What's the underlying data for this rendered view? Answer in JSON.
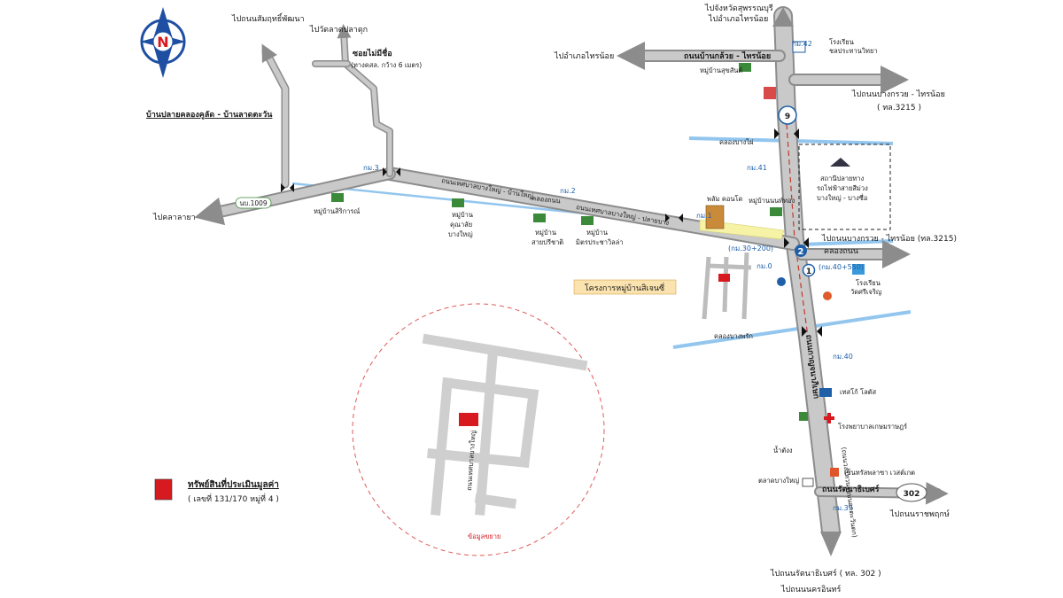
{
  "colors": {
    "road": "#c9c9c9",
    "road_outline": "#8c8c8c",
    "canal": "#93c6ee",
    "subject_property": "#d71920",
    "highlight_zone": "#f6f3a6",
    "project_label_bg": "#fbe3b0",
    "circle_dash": "#e05a5a",
    "compass_blue": "#1f4fa3"
  },
  "compass": {
    "letter": "N",
    "icon": "north-arrow-icon"
  },
  "labels": {
    "to_somrak": "ไปถนนสัมฤทธิ์พัฒนา",
    "to_wat": "ไปวัดลาดปลาดุก",
    "soi_unnamed": "ซอยไม่มีชื่อ",
    "soi_unnamed_note": "(ทางคสล. กว้าง 6 เมตร)",
    "ban_plai_road": "บ้านปลายคลองคูลัด - บ้านลาดตะวัน",
    "to_suphan": "ไปจังหวัดสุพรรณบุรี",
    "to_sainoi_top": "ไปอำเภอไทรน้อย",
    "to_sainoi_left": "ไปอำเภอไทรน้อย",
    "rd_bankluay": "ถนนบ้านกล้วย - ไทรน้อย",
    "school_1": "โรงเรียน",
    "school_1b": "ชลประทานวิทยา",
    "to_bangkruai_top": "ไปถนนบางกรวย - ไทรน้อย",
    "to_bangkruai_top_route": "( ทล.3215 )",
    "canal_bangphai": "คลองบางไผ่",
    "to_ladya": "ไปคลาลายา",
    "rd_1009": "นบ.1009",
    "rd_main_upper": "ถนนเทศบาลบางใหญ่ - บ้านใหญ่",
    "rd_main_lower": "ถนนเทศบาลบางใหญ่ - ปลายบาง",
    "canal_mid": "คลองถนน",
    "v_sirikan": "หมู่บ้านสิริการณ์",
    "v_kunalai_1": "หมู่บ้าน",
    "v_kunalai_2": "คุณาลัย",
    "v_kunalai_3": "บางใหญ่",
    "v_sai_1": "หมู่บ้าน",
    "v_sai_2": "สายปรีชาติ",
    "v_mitra_1": "หมู่บ้าน",
    "v_mitra_2": "มิตรประชาวิลล่า",
    "v_nonthong": "หมู่บ้านนนท์ทอง",
    "v_suksan": "หมู่บ้านสุขสันต์",
    "condo": "พลัม คอนโด",
    "station_1": "สถานีปลายทาง",
    "station_2": "รถไฟฟ้าสายสีม่วง",
    "station_3": "บางใหญ่ - บางซื่อ",
    "to_bangkruai_mid": "ไปถนนบางกรวย - ไทรน้อย (ทล.3215)",
    "canal_thanon": "คลองถนน",
    "project": "โครงการหมู่บ้านสิเจนซี่",
    "school_2": "โรงเรียน",
    "school_2b": "วัดศรีเจริญ",
    "canal_bangphrak": "คลองบางพรัก",
    "rd_kanchana_vertical": "ถนนกาญจนาภิเษก",
    "rd_kanchana_vertical_note": "(ถนนวงแหวนรอบนอกตะวันตก)",
    "tesco": "เทสโก้ โลตัส",
    "hospital": "โรงพยาบาลเกษมราษฎร์",
    "nam_ying": "น้ำตังง",
    "central": "เซ็นทรัลพลาซา เวสต์เกต",
    "bang_yai_market": "ตลาดบางใหญ่",
    "rd_rattanathibet": "ถนนรัตนาธิเบศร์",
    "to_rachaphruek": "ไปถนนราชพฤกษ์",
    "bottom_1": "ไปถนนรัตนาธิเบศร์ ( ทล. 302 )",
    "bottom_2": "ไปถนนนครอินทร์",
    "inset_road": "ถนนเทศบาลบางใหญ่",
    "inset_note": "ข้อมูลขยาย"
  },
  "km_markers": [
    "กม.42",
    "กม.41",
    "กม.1",
    "กม.2",
    "กม.3",
    "(กม.30+200)",
    "กม.0",
    "(กม.40+550)",
    "กม.40",
    "กม.39"
  ],
  "route_shields": [
    "9",
    "302"
  ],
  "numbered_points": [
    "1",
    "2"
  ],
  "legend": {
    "title": "ทรัพย์สินที่ประเมินมูลค่า",
    "detail": "( เลขที่  131/170  หมู่ที่  4 )"
  }
}
